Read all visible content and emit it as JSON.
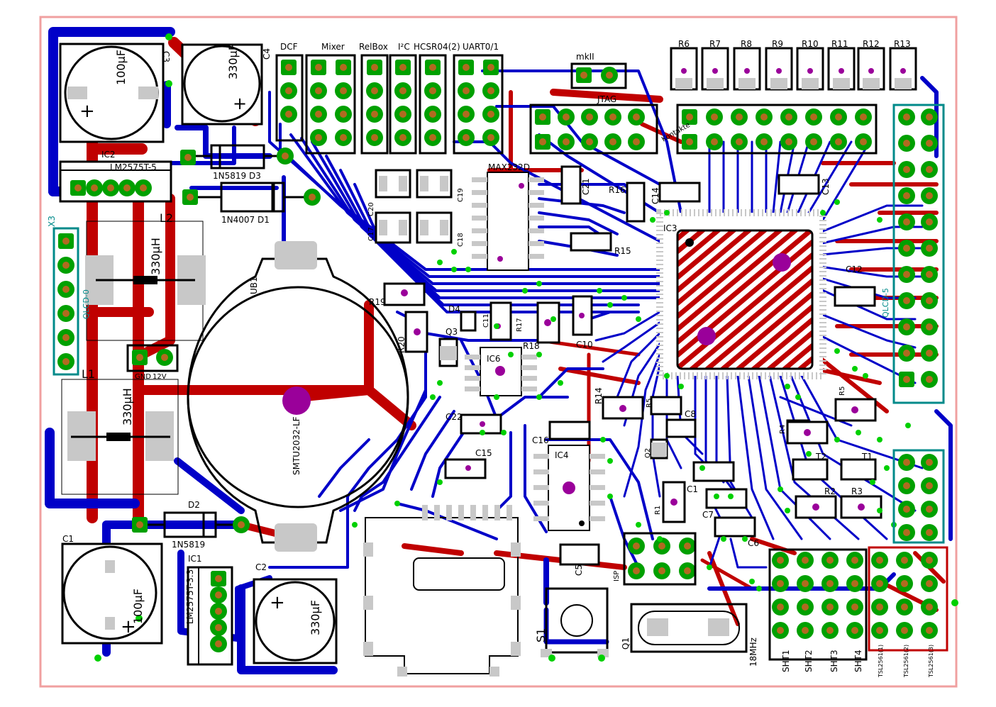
{
  "colors": {
    "top_copper": "#c00000",
    "bottom_copper": "#0000c8",
    "pad": "#00a000",
    "drill": "#b06a20",
    "via_bright": "#00d000",
    "silk": "#000000",
    "outline": "#f0a0a0",
    "smd_pad": "#c8c8c8",
    "teal_silk": "#008a8a",
    "purple": "#9a009a"
  },
  "labels": {
    "dcf": "DCF",
    "mixer": "Mixer",
    "relbox": "RelBox",
    "i2c": "I²C",
    "hcsr04": "HCSR04(2)",
    "uart": "UART0/1",
    "mkii": "mkII",
    "jtag": "JTAG",
    "max232": "MAX232D",
    "ic3": "IC3",
    "c4": "C4",
    "c3": "C3",
    "ic2": "IC2",
    "lm2575_5": "LM2575T-5",
    "cap_100_top": "100µF",
    "cap_330_top": "330µF",
    "d3": "1N5819  D3",
    "d1": "1N4007  D1",
    "x3": "X3",
    "lcd0": "QLCD-0",
    "lcd5": "QLCD-5",
    "l2": "L2",
    "l2_val": "330µH",
    "l1": "L1",
    "l1_val": "330µH",
    "gnd": "GND",
    "v12": "12V",
    "ub1": "UB1",
    "battery": "SMTU2032-LF",
    "d2": "D2",
    "d2_part": "1N5819",
    "c1_left": "C1",
    "cap_100_bot": "100µF",
    "ic1": "IC1",
    "lm2575_33": "LM2575T-3.3",
    "c2": "C2",
    "cap_330_bot": "330µF",
    "r6": "R6",
    "r7": "R7",
    "r8": "R8",
    "r9": "R9",
    "r10": "R10",
    "r11": "R11",
    "r12": "R12",
    "r13": "R13",
    "kontakte": "Kontakte",
    "c21": "C21",
    "r16": "R16",
    "c14": "C14",
    "c13": "C13",
    "r15": "R15",
    "c12": "C12",
    "c19": "C19",
    "c20": "C20",
    "c17": "C17",
    "c18": "C18",
    "r19": "R19",
    "r20": "R20",
    "d4": "D4",
    "q3": "Q3",
    "c11": "C11",
    "r17": "R17",
    "r18": "R18",
    "c10": "C10",
    "ic6": "IC6",
    "c22": "C22",
    "c15": "C15",
    "c16": "C16",
    "ic4": "IC4",
    "r14": "R14",
    "r5": "R5",
    "c8": "C8",
    "q2": "Q2",
    "c1_mid": "C1",
    "r1": "R1",
    "c7": "C7",
    "c6": "C6",
    "isp": "ISP",
    "c5": "C5",
    "s1": "S1",
    "q1": "Q1",
    "freq": "18MHz",
    "r4": "R4",
    "r2": "R2",
    "r3": "R3",
    "t1": "T1",
    "t2": "T2",
    "r5b": "R5",
    "sht1": "SHT1",
    "sht2": "SHT2",
    "sht3": "SHT3",
    "sht4": "SHT4",
    "tsl1": "TSL2561(1)",
    "tsl2": "TSL2561(2)",
    "tsl3": "TSL2561(3)"
  }
}
